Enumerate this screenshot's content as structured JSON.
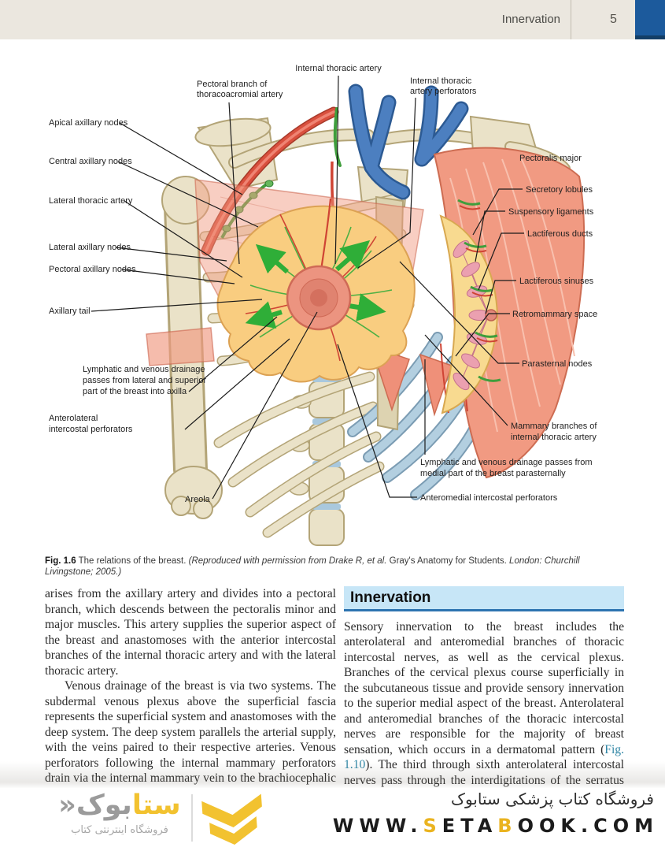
{
  "header": {
    "section": "Innervation",
    "page_number": "5"
  },
  "figure": {
    "top_labels": {
      "internal_thoracic_artery": "Internal thoracic artery",
      "pectoral_branch_l1": "Pectoral branch of",
      "pectoral_branch_l2": "thoracoacromial artery",
      "ita_perforators_l1": "Internal thoracic",
      "ita_perforators_l2": "artery perforators"
    },
    "left_labels": {
      "apical": "Apical axillary nodes",
      "central": "Central axillary nodes",
      "lateral_thoracic_artery": "Lateral thoracic artery",
      "lateral_axillary": "Lateral axillary nodes",
      "pectoral_axillary": "Pectoral axillary nodes",
      "axillary_tail": "Axillary tail",
      "lymph_lateral_l1": "Lymphatic and venous drainage",
      "lymph_lateral_l2": "passes from lateral and superior",
      "lymph_lateral_l3": "part of the breast into axilla",
      "anterolateral_l1": "Anterolateral",
      "anterolateral_l2": "intercostal perforators",
      "areola": "Areola"
    },
    "right_labels": {
      "pectoralis_major": "Pectoralis major",
      "secretory_lobules": "Secretory lobules",
      "suspensory_ligaments": "Suspensory ligaments",
      "lactiferous_ducts": "Lactiferous ducts",
      "lactiferous_sinuses": "Lactiferous sinuses",
      "retromammary_space": "Retromammary space",
      "parasternal_nodes": "Parasternal nodes",
      "mammary_branches_l1": "Mammary branches of",
      "mammary_branches_l2": "internal thoracic artery",
      "lymph_medial_l1": "Lymphatic and venous drainage passes from",
      "lymph_medial_l2": "medial part of the breast parasternally",
      "anteromedial": "Anteromedial intercostal perforators"
    }
  },
  "caption": {
    "fig_label": "Fig. 1.6",
    "text": " The relations of the breast. ",
    "credit_italic1": "(Reproduced with permission from Drake R, et al.",
    "credit_normal": " Gray's Anatomy for Students. ",
    "credit_italic2": "London: Churchill Livingstone; 2005.)"
  },
  "left_column": {
    "para1": "arises from the axillary artery and divides into a pectoral branch, which descends between the pectoralis minor and major muscles. This artery supplies the superior aspect of the breast and anastomoses with the anterior intercostal branches of the internal thoracic artery and with the lateral thoracic artery.",
    "para2": "Venous drainage of the breast is via two systems. The subdermal venous plexus above the superficial fascia represents the superficial system and anastomoses with the deep system. The deep system parallels the arterial supply, with the veins paired to their respective arteries. Venous perforators following the internal mammary perforators drain via the internal mammary vein to the brachiocephalic vein, or innominate vein. The lateral"
  },
  "right_column": {
    "heading": "Innervation",
    "before_link": "Sensory innervation to the breast includes the anterolateral and anteromedial branches of thoracic intercostal nerves, as well as the cervical plexus. Branches of the cervical plexus course superficially in the subcutaneous tissue and provide sensory innervation to the superior medial aspect of the breast. Anterolateral and anteromedial branches of the thoracic intercostal nerves are responsible for the majority of breast sensation, which occurs in a dermatomal pattern (",
    "link": "Fig. 1.10",
    "after_link": "). The third through sixth anterolateral intercostal nerves pass through the interdigitations of the serratus muscles to"
  },
  "footer": {
    "wordmark_start": "ستا",
    "wordmark_end": "بوک",
    "guillemet": "«",
    "tagline": "فروشگاه اینترنتی کتاب",
    "store_title": "فروشگاه کتاب پزشکی ستابوک",
    "url_p1": "WWW.",
    "url_p2": "S",
    "url_p3": "ETA",
    "url_p4": "B",
    "url_p5": "OOK.COM"
  },
  "colors": {
    "header_bg": "#ebe7df",
    "header_tab_blue": "#1c5a9c",
    "innervation_heading_bg": "#c7e6f7",
    "innervation_heading_border": "#2d74b0",
    "figref_link": "#2f86a5",
    "bone": "#eae2c8",
    "muscle_pink": "#f19a82",
    "breast_yellow": "#f9cd80",
    "lymph_green": "#2fae38",
    "artery_red": "#cf4434",
    "vein_blue": "#4c7fc0",
    "cartilage_blue": "#b3cfe0",
    "logo_yellow": "#f2c230",
    "logo_gray": "#9b9b9b",
    "url_accent": "#eab31f"
  }
}
